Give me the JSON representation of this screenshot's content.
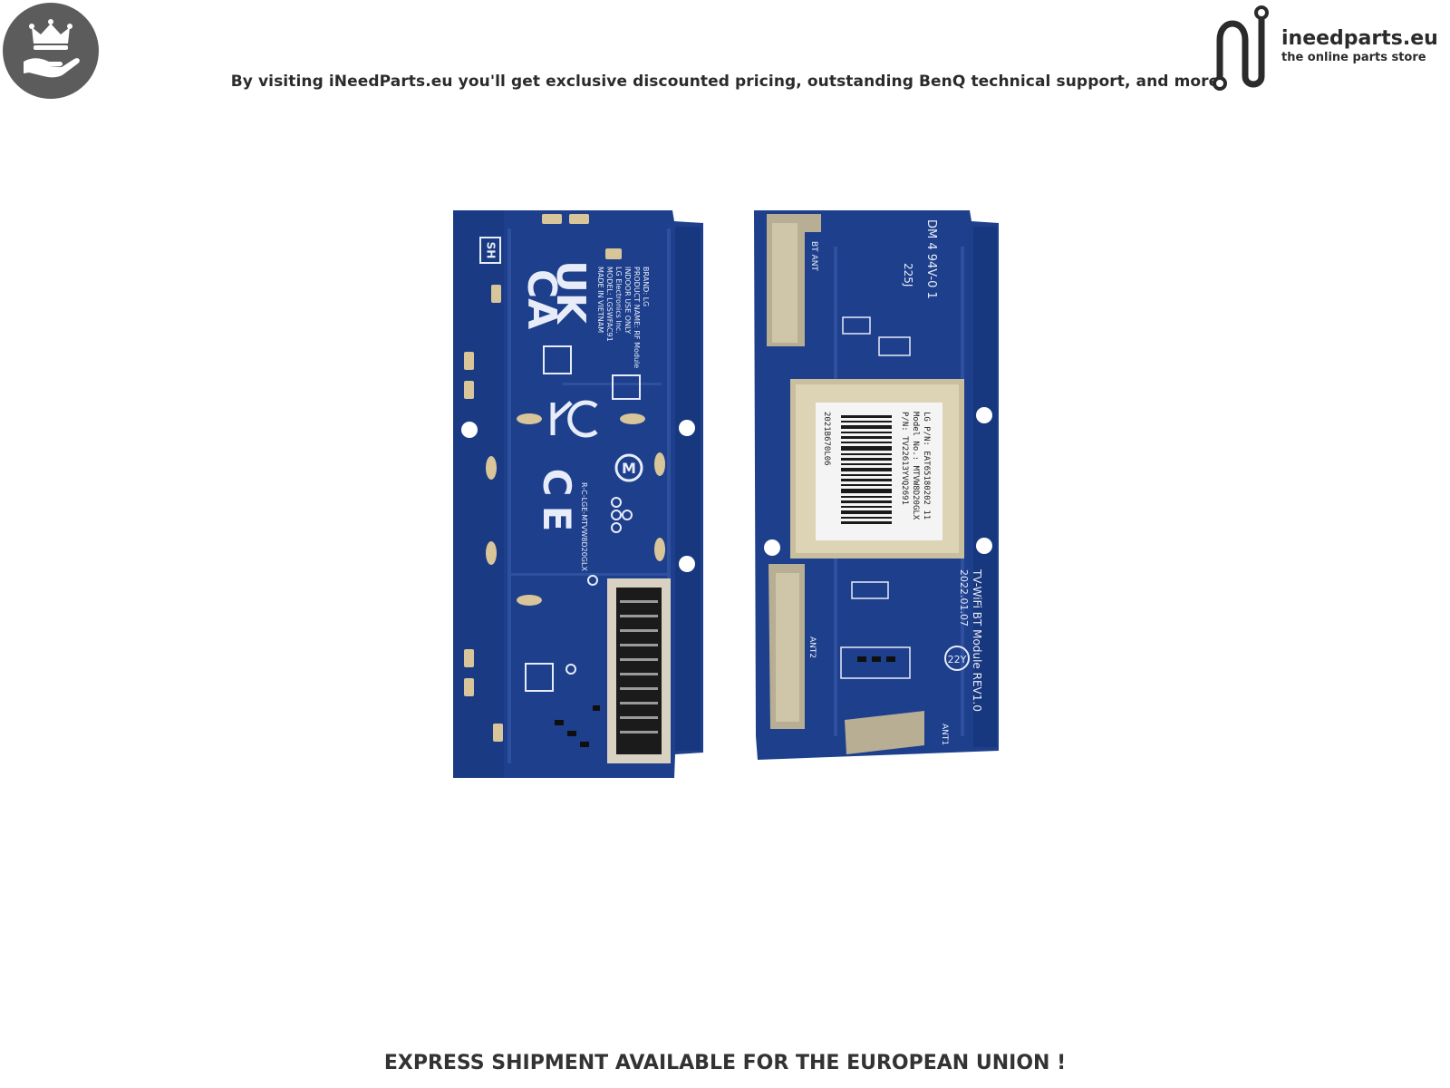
{
  "header": {
    "badge_icon": "crown-hand-icon",
    "tagline": "By visiting iNeedParts.eu you'll get exclusive discounted pricing, outstanding BenQ technical support, and more",
    "logo": {
      "icon": "ineedparts-n-logo-icon",
      "name": "ineedparts.eu",
      "subtitle": "the online parts store"
    }
  },
  "photo": {
    "subject": "TV WiFi / BT module circuit board, front and back",
    "board_colors": {
      "pcb": "#1d3f8c",
      "pcb_dark": "#16357a",
      "silkscreen": "#e8ecf8",
      "shield": "#c9bf9f"
    },
    "left_board": {
      "markings": [
        "SH",
        "UK",
        "CA",
        "BRAND: LG",
        "PRODUCT NAME: RF Module",
        "INDOOR USE ONLY",
        "LG Electronics Inc.",
        "MODEL: LGSWFAC91",
        "MADE IN VIETNAM",
        "R-C-LGE-MTVW8D20GLX"
      ]
    },
    "right_board": {
      "markings": [
        "DM 4 94V-0 1",
        "225J",
        "BT ANT",
        "ANT2",
        "ANT1",
        "TV-WiFi BT Module REV1.0",
        "2022.01.07",
        "22Y"
      ],
      "sticker": [
        "LG P/N: EAT65180202   11",
        "Model No.: MTVW8D20GLX",
        "P/N: TV22613YVQ2691",
        "2021B670L06"
      ]
    }
  },
  "footer": {
    "banner": "EXPRESS SHIPMENT AVAILABLE FOR THE EUROPEAN UNION !"
  }
}
